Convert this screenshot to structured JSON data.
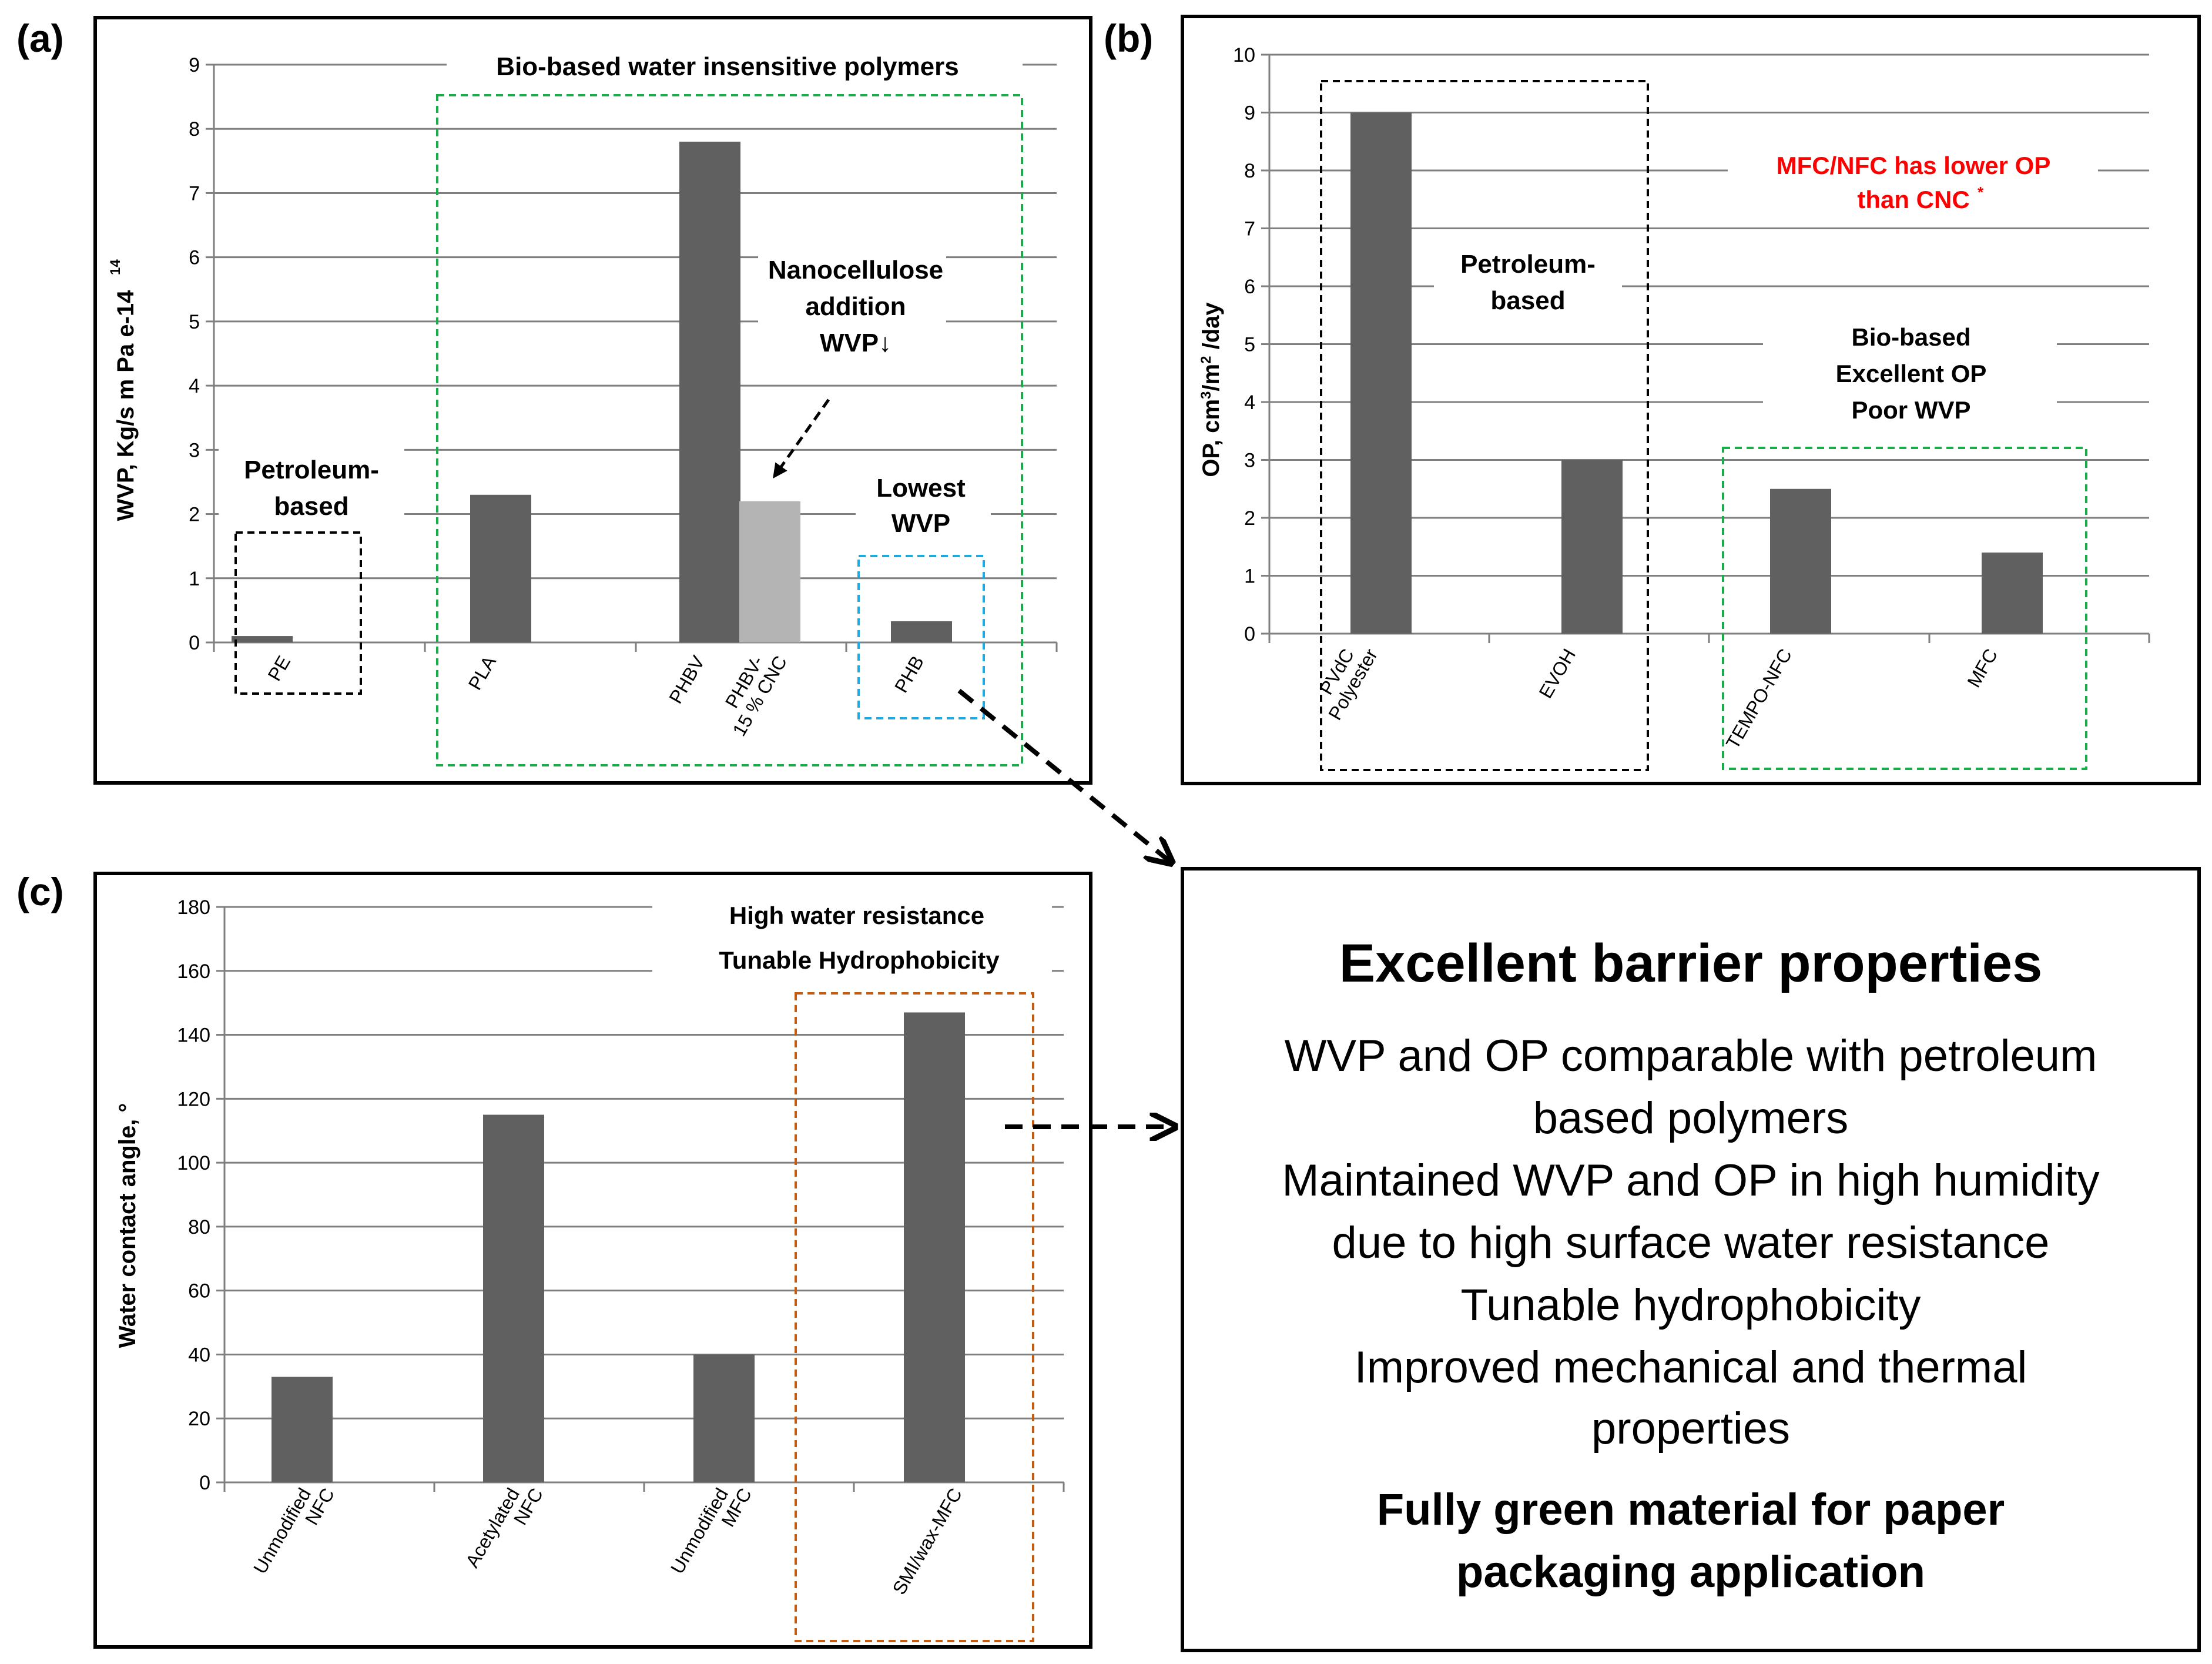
{
  "colors": {
    "bar": "#606060",
    "bar_light": "#b4b4b4",
    "grid": "#7f7f7f",
    "black_box": "#000000",
    "green_box": "#1aab4b",
    "blue_box": "#1ea9e1",
    "orange_box": "#c55a11",
    "red_text": "#ff0000"
  },
  "chart_data": [
    {
      "panel": "(a)",
      "type": "bar",
      "categories": [
        "PE",
        "PLA",
        "PHBV",
        "PHBV-15 % CNC",
        "PHB"
      ],
      "values": [
        0.1,
        2.3,
        7.8,
        2.2,
        0.33
      ],
      "ylabel": "WVP,  Kg/s m Pa e-14",
      "ylim": [
        0,
        9
      ],
      "yticks": [
        "0",
        "1",
        "2",
        "3",
        "4",
        "5",
        "6",
        "7",
        "8",
        "9"
      ],
      "grid": true,
      "annotations": {
        "bio_title": "Bio-based water insensitive polymers",
        "petro_l1": "Petroleum-",
        "petro_l2": "based",
        "nano_l1": "Nanocellulose",
        "nano_l2": "addition",
        "nano_l3": "WVP↓",
        "lowest_l1": "Lowest",
        "lowest_l2": "WVP"
      },
      "tick_labels": {
        "phbv_cnc_l1": "PHBV-",
        "phbv_cnc_l2": "15 % CNC"
      }
    },
    {
      "panel": "(b)",
      "type": "bar",
      "categories": [
        "PVdC Polyester",
        "EVOH",
        "TEMPO-NFC",
        "MFC"
      ],
      "values": [
        9,
        3,
        2.5,
        1.4
      ],
      "ylabel": "OP,  cm3/m2 /day",
      "ylim": [
        0,
        10
      ],
      "yticks": [
        "0",
        "1",
        "2",
        "3",
        "4",
        "5",
        "6",
        "7",
        "8",
        "9",
        "10"
      ],
      "grid": true,
      "annotations": {
        "red_l1": "MFC/NFC has lower OP",
        "red_l2": "than CNC",
        "red_star": "*",
        "petro_l1": "Petroleum-",
        "petro_l2": "based",
        "bio_l1": "Bio-based",
        "bio_l2": "Excellent OP",
        "bio_l3": "Poor WVP"
      },
      "tick_labels": {
        "pvdc_l1": "PVdC",
        "pvdc_l2": "Polyester"
      }
    },
    {
      "panel": "(c)",
      "type": "bar",
      "categories": [
        "Unmodified NFC",
        "Acetylated NFC",
        "Unmodified MFC",
        "SMI/wax-MFC"
      ],
      "values": [
        33,
        115,
        40,
        147
      ],
      "ylabel": "Water contact angle, °",
      "ylim": [
        0,
        180
      ],
      "yticks": [
        "0",
        "20",
        "40",
        "60",
        "80",
        "100",
        "120",
        "140",
        "160",
        "180"
      ],
      "grid": true,
      "annotations": {
        "t1": "High water resistance",
        "t2": "Tunable Hydrophobicity"
      },
      "tick_labels": {
        "c1_l1": "Unmodified",
        "c1_l2": "NFC",
        "c2_l1": "Acetylated",
        "c2_l2": "NFC",
        "c3_l1": "Unmodified",
        "c3_l2": "MFC",
        "c4_l1": "SMI/wax-MFC"
      }
    }
  ],
  "summary": {
    "title": "Excellent barrier properties",
    "lines": [
      "WVP and OP comparable with petroleum",
      "based polymers",
      "Maintained WVP and OP in high humidity",
      "due to high surface water resistance",
      "Tunable  hydrophobicity",
      "Improved mechanical and thermal",
      "properties"
    ],
    "footer_l1": "Fully green material  for paper",
    "footer_l2": "packaging  application"
  }
}
